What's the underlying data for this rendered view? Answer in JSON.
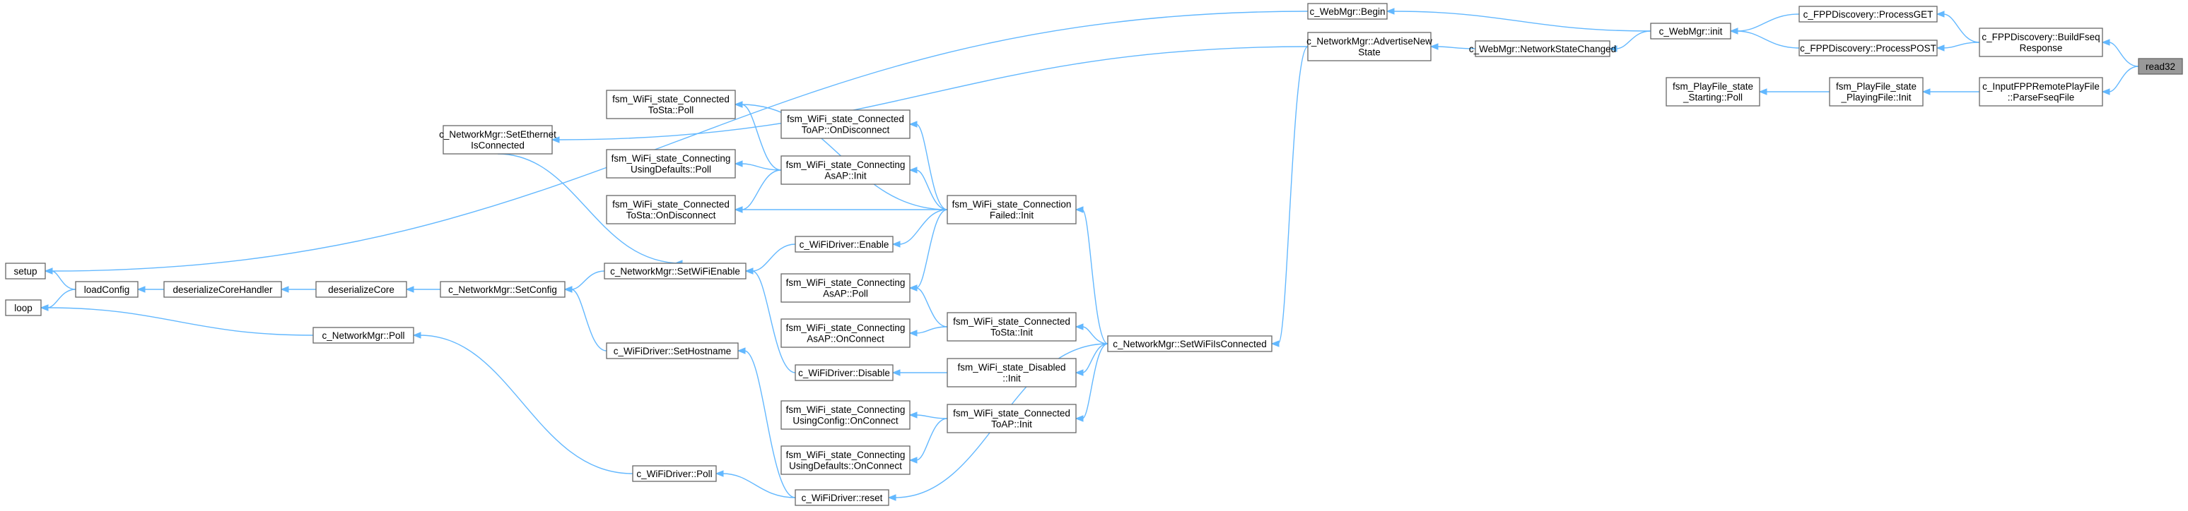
{
  "diagram": {
    "type": "call-graph",
    "nodes": [
      {
        "id": "read32",
        "lines": [
          "read32"
        ],
        "root": true
      },
      {
        "id": "buildFseq",
        "lines": [
          "c_FPPDiscovery::BuildFseq",
          "Response"
        ]
      },
      {
        "id": "parseFseq",
        "lines": [
          "c_InputFPPRemotePlayFile",
          "::ParseFseqFile"
        ]
      },
      {
        "id": "processGET",
        "lines": [
          "c_FPPDiscovery::ProcessGET"
        ]
      },
      {
        "id": "processPOST",
        "lines": [
          "c_FPPDiscovery::ProcessPOST"
        ]
      },
      {
        "id": "playingFileInit",
        "lines": [
          "fsm_PlayFile_state",
          "_PlayingFile::Init"
        ]
      },
      {
        "id": "startingPoll",
        "lines": [
          "fsm_PlayFile_state",
          "_Starting::Poll"
        ]
      },
      {
        "id": "webMgrInit",
        "lines": [
          "c_WebMgr::init"
        ]
      },
      {
        "id": "webMgrBegin",
        "lines": [
          "c_WebMgr::Begin"
        ]
      },
      {
        "id": "networkStateChanged",
        "lines": [
          "c_WebMgr::NetworkStateChanged"
        ]
      },
      {
        "id": "advertiseNewState",
        "lines": [
          "c_NetworkMgr::AdvertiseNew",
          "State"
        ]
      },
      {
        "id": "setWiFiIsConnected",
        "lines": [
          "c_NetworkMgr::SetWiFiIsConnected"
        ]
      },
      {
        "id": "setEthernetIsConnected",
        "lines": [
          "c_NetworkMgr::SetEthernet",
          "IsConnected"
        ]
      },
      {
        "id": "connectionFailedInit",
        "lines": [
          "fsm_WiFi_state_Connection",
          "Failed::Init"
        ]
      },
      {
        "id": "connectedToStaInit",
        "lines": [
          "fsm_WiFi_state_Connected",
          "ToSta::Init"
        ]
      },
      {
        "id": "disabledInit",
        "lines": [
          "fsm_WiFi_state_Disabled",
          "::Init"
        ]
      },
      {
        "id": "connectedToAPInit",
        "lines": [
          "fsm_WiFi_state_Connected",
          "ToAP::Init"
        ]
      },
      {
        "id": "wifiDriverReset",
        "lines": [
          "c_WiFiDriver::reset"
        ]
      },
      {
        "id": "connectedToStaPoll",
        "lines": [
          "fsm_WiFi_state_Connected",
          "ToSta::Poll"
        ]
      },
      {
        "id": "connectedToAPOnDisconnect",
        "lines": [
          "fsm_WiFi_state_Connected",
          "ToAP::OnDisconnect"
        ]
      },
      {
        "id": "connectingAsAPInit",
        "lines": [
          "fsm_WiFi_state_Connecting",
          "AsAP::Init"
        ]
      },
      {
        "id": "connectedToStaOnDisconnect",
        "lines": [
          "fsm_WiFi_state_Connected",
          "ToSta::OnDisconnect"
        ]
      },
      {
        "id": "wifiDriverEnable",
        "lines": [
          "c_WiFiDriver::Enable"
        ]
      },
      {
        "id": "connectingAsAPPoll",
        "lines": [
          "fsm_WiFi_state_Connecting",
          "AsAP::Poll"
        ]
      },
      {
        "id": "connectingUsingDefaultsPoll",
        "lines": [
          "fsm_WiFi_state_Connecting",
          "UsingDefaults::Poll"
        ]
      },
      {
        "id": "setWiFiEnable",
        "lines": [
          "c_NetworkMgr::SetWiFiEnable"
        ]
      },
      {
        "id": "connectingAsAPOnConnect",
        "lines": [
          "fsm_WiFi_state_Connecting",
          "AsAP::OnConnect"
        ]
      },
      {
        "id": "wifiDriverDisable",
        "lines": [
          "c_WiFiDriver::Disable"
        ]
      },
      {
        "id": "connectingUsingConfigOnConnect",
        "lines": [
          "fsm_WiFi_state_Connecting",
          "UsingConfig::OnConnect"
        ]
      },
      {
        "id": "connectingUsingDefaultsOnConnect",
        "lines": [
          "fsm_WiFi_state_Connecting",
          "UsingDefaults::OnConnect"
        ]
      },
      {
        "id": "wifiDriverPoll",
        "lines": [
          "c_WiFiDriver::Poll"
        ]
      },
      {
        "id": "setConfig",
        "lines": [
          "c_NetworkMgr::SetConfig"
        ]
      },
      {
        "id": "setHostname",
        "lines": [
          "c_WiFiDriver::SetHostname"
        ]
      },
      {
        "id": "deserializeCore",
        "lines": [
          "deserializeCore"
        ]
      },
      {
        "id": "deserializeCoreHandler",
        "lines": [
          "deserializeCoreHandler"
        ]
      },
      {
        "id": "networkMgrPoll",
        "lines": [
          "c_NetworkMgr::Poll"
        ]
      },
      {
        "id": "loadConfig",
        "lines": [
          "loadConfig"
        ]
      },
      {
        "id": "setup",
        "lines": [
          "setup"
        ]
      },
      {
        "id": "loop",
        "lines": [
          "loop"
        ]
      }
    ],
    "edges": [
      {
        "from": "buildFseq",
        "to": "read32"
      },
      {
        "from": "parseFseq",
        "to": "read32"
      },
      {
        "from": "processGET",
        "to": "buildFseq"
      },
      {
        "from": "processPOST",
        "to": "buildFseq"
      },
      {
        "from": "playingFileInit",
        "to": "parseFseq"
      },
      {
        "from": "startingPoll",
        "to": "playingFileInit"
      },
      {
        "from": "webMgrInit",
        "to": "processGET"
      },
      {
        "from": "webMgrInit",
        "to": "processPOST"
      },
      {
        "from": "webMgrBegin",
        "to": "webMgrInit"
      },
      {
        "from": "networkStateChanged",
        "to": "webMgrInit"
      },
      {
        "from": "advertiseNewState",
        "to": "networkStateChanged"
      },
      {
        "from": "setWiFiIsConnected",
        "to": "advertiseNewState"
      },
      {
        "from": "setEthernetIsConnected",
        "to": "advertiseNewState"
      },
      {
        "from": "connectionFailedInit",
        "to": "setWiFiIsConnected"
      },
      {
        "from": "connectedToStaInit",
        "to": "setWiFiIsConnected"
      },
      {
        "from": "disabledInit",
        "to": "setWiFiIsConnected"
      },
      {
        "from": "connectedToAPInit",
        "to": "setWiFiIsConnected"
      },
      {
        "from": "wifiDriverReset",
        "to": "setWiFiIsConnected"
      },
      {
        "from": "connectedToStaPoll",
        "to": "connectionFailedInit"
      },
      {
        "from": "connectedToAPOnDisconnect",
        "to": "connectionFailedInit"
      },
      {
        "from": "connectingAsAPInit",
        "to": "connectionFailedInit"
      },
      {
        "from": "connectedToStaOnDisconnect",
        "to": "connectionFailedInit"
      },
      {
        "from": "wifiDriverEnable",
        "to": "connectionFailedInit"
      },
      {
        "from": "connectingAsAPPoll",
        "to": "connectionFailedInit"
      },
      {
        "from": "connectedToStaPoll",
        "to": "connectingAsAPInit"
      },
      {
        "from": "connectingUsingDefaultsPoll",
        "to": "connectingAsAPInit"
      },
      {
        "from": "connectedToStaOnDisconnect",
        "to": "connectingAsAPInit"
      },
      {
        "from": "setWiFiEnable",
        "to": "wifiDriverEnable"
      },
      {
        "from": "connectingAsAPPoll",
        "to": "connectedToStaInit"
      },
      {
        "from": "connectingAsAPOnConnect",
        "to": "connectedToStaInit"
      },
      {
        "from": "wifiDriverDisable",
        "to": "disabledInit"
      },
      {
        "from": "setWiFiEnable",
        "to": "wifiDriverDisable"
      },
      {
        "from": "connectingUsingConfigOnConnect",
        "to": "connectedToAPInit"
      },
      {
        "from": "connectingUsingDefaultsOnConnect",
        "to": "connectedToAPInit"
      },
      {
        "from": "wifiDriverPoll",
        "to": "wifiDriverReset"
      },
      {
        "from": "setHostname",
        "to": "wifiDriverReset"
      },
      {
        "from": "setConfig",
        "to": "setWiFiEnable"
      },
      {
        "from": "setWiFiEnable",
        "to": "setEthernetIsConnected"
      },
      {
        "from": "setConfig",
        "to": "setHostname"
      },
      {
        "from": "deserializeCore",
        "to": "setConfig"
      },
      {
        "from": "deserializeCoreHandler",
        "to": "deserializeCore"
      },
      {
        "from": "networkMgrPoll",
        "to": "wifiDriverPoll"
      },
      {
        "from": "loadConfig",
        "to": "deserializeCoreHandler"
      },
      {
        "from": "setup",
        "to": "loadConfig"
      },
      {
        "from": "loop",
        "to": "loadConfig"
      },
      {
        "from": "loop",
        "to": "networkMgrPoll"
      },
      {
        "from": "setup",
        "to": "webMgrBegin"
      }
    ]
  }
}
